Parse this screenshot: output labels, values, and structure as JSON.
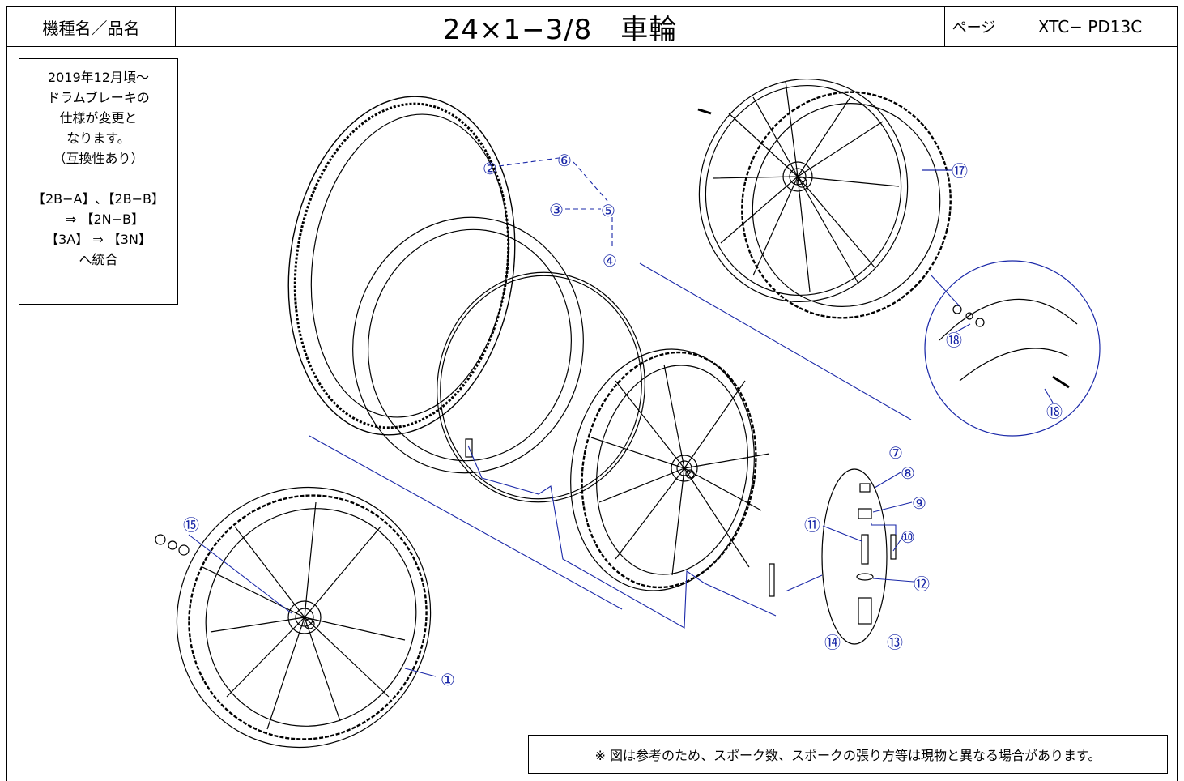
{
  "header": {
    "model_label": "機種名／品名",
    "title": "24×1−3/8　車輪",
    "page_label": "ページ",
    "code": "XTC− PD13C"
  },
  "note_lines": [
    "2019年12月頃〜",
    "ドラムブレーキの",
    "仕様が変更と",
    "なります。",
    "（互換性あり）",
    "",
    "【2B−A】､【2B−B】",
    "　⇒ 【2N−B】",
    "【3A】 ⇒ 【3N】",
    "へ統合"
  ],
  "callouts": [
    "①",
    "②",
    "③",
    "④",
    "⑤",
    "⑥",
    "⑦",
    "⑧",
    "⑨",
    "⑩",
    "⑪",
    "⑫",
    "⑬",
    "⑭",
    "⑮",
    "⑰",
    "⑱",
    "⑱"
  ],
  "disclaimer": "※  図は参考のため、スポーク数、スポークの張り方等は現物と異なる場合があります。",
  "colors": {
    "line": "#000000",
    "callout": "#1a28a8"
  }
}
